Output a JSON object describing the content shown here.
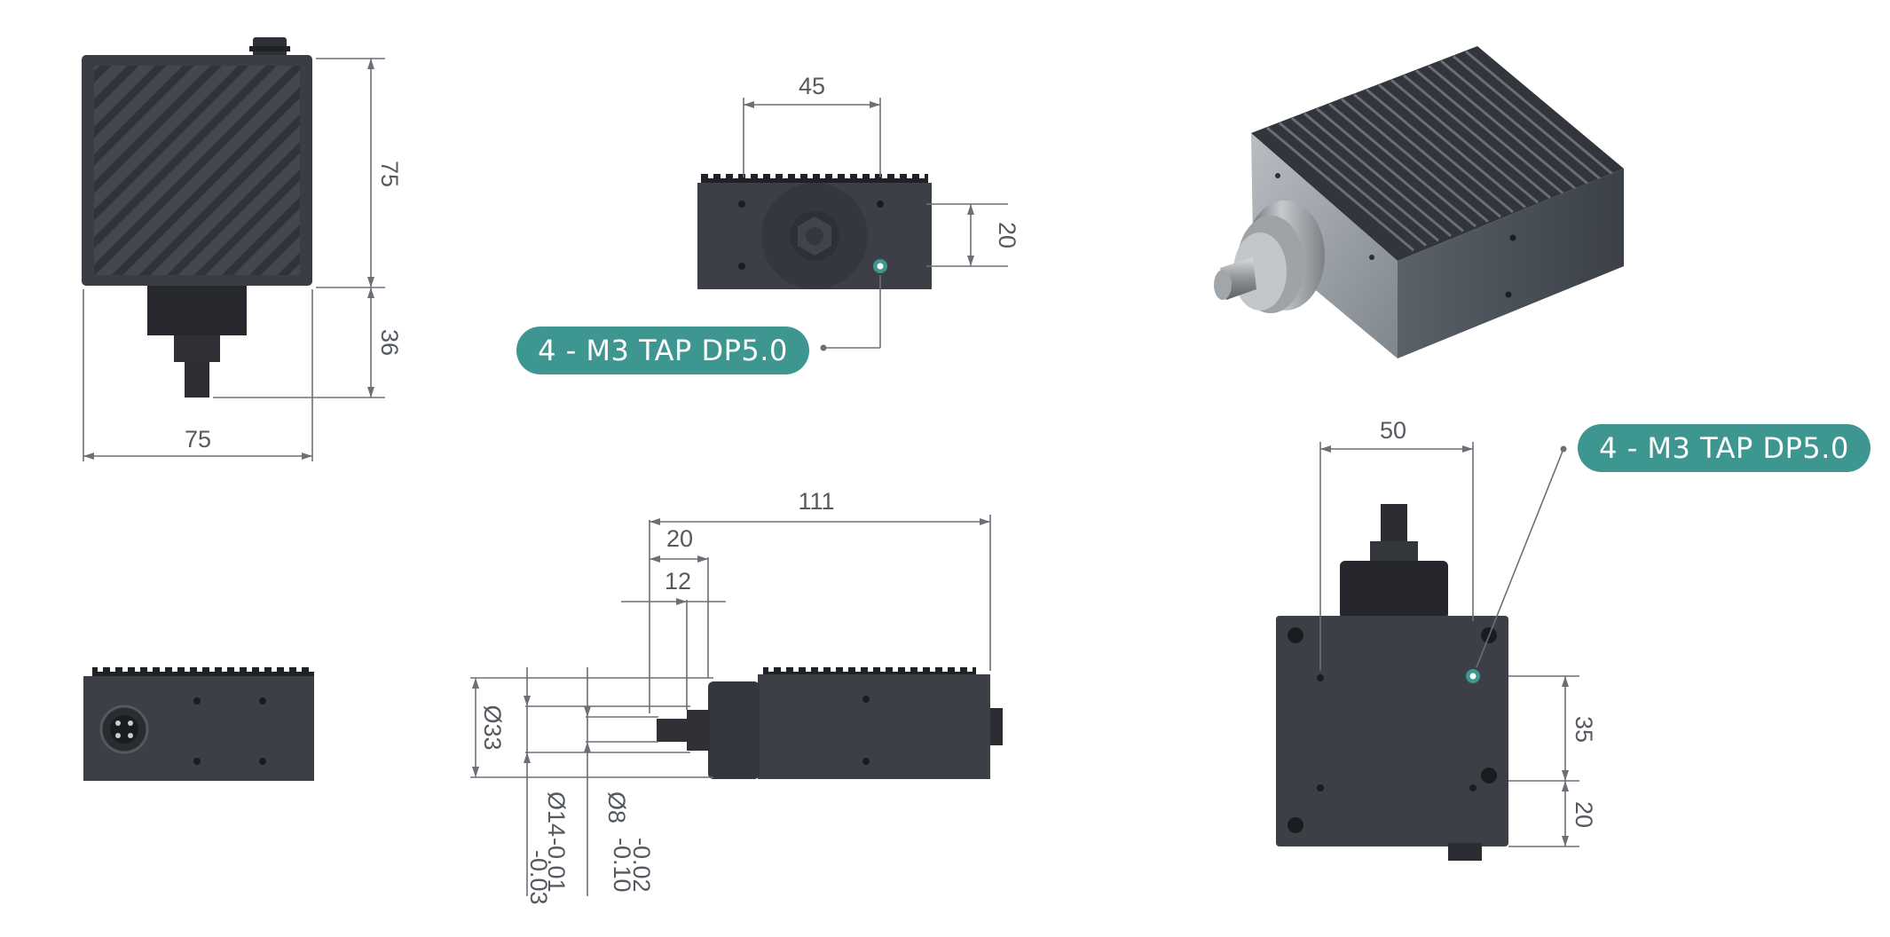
{
  "dimensions": {
    "top_view": {
      "height": "75",
      "shaft_length": "36",
      "width": "75"
    },
    "front_view": {
      "hole_spacing": "45",
      "hole_offset": "20"
    },
    "side_view": {
      "overall_length": "111",
      "flange_length": "20",
      "shaft_length": "12",
      "flange_diameter": "Ø33",
      "boss_diameter": "Ø14",
      "boss_tolerance_upper": "-0.01",
      "boss_tolerance_lower": "-0.03",
      "shaft_diameter": "Ø8",
      "shaft_tolerance_upper": "-0.02",
      "shaft_tolerance_lower": "-0.10"
    },
    "bottom_view": {
      "hole_spacing": "50",
      "hole_offset_a": "35",
      "hole_offset_b": "20"
    }
  },
  "callouts": {
    "front_tap": "4 - M3 TAP DP5.0",
    "bottom_tap": "4 - M3 TAP DP5.0"
  },
  "colors": {
    "housing": "#3e4148",
    "housing_dark": "#2c2e34",
    "fin": "#24262b",
    "metal": "#a9aeb3",
    "callout": "#3d9690",
    "dimension_line": "#6c7076"
  }
}
